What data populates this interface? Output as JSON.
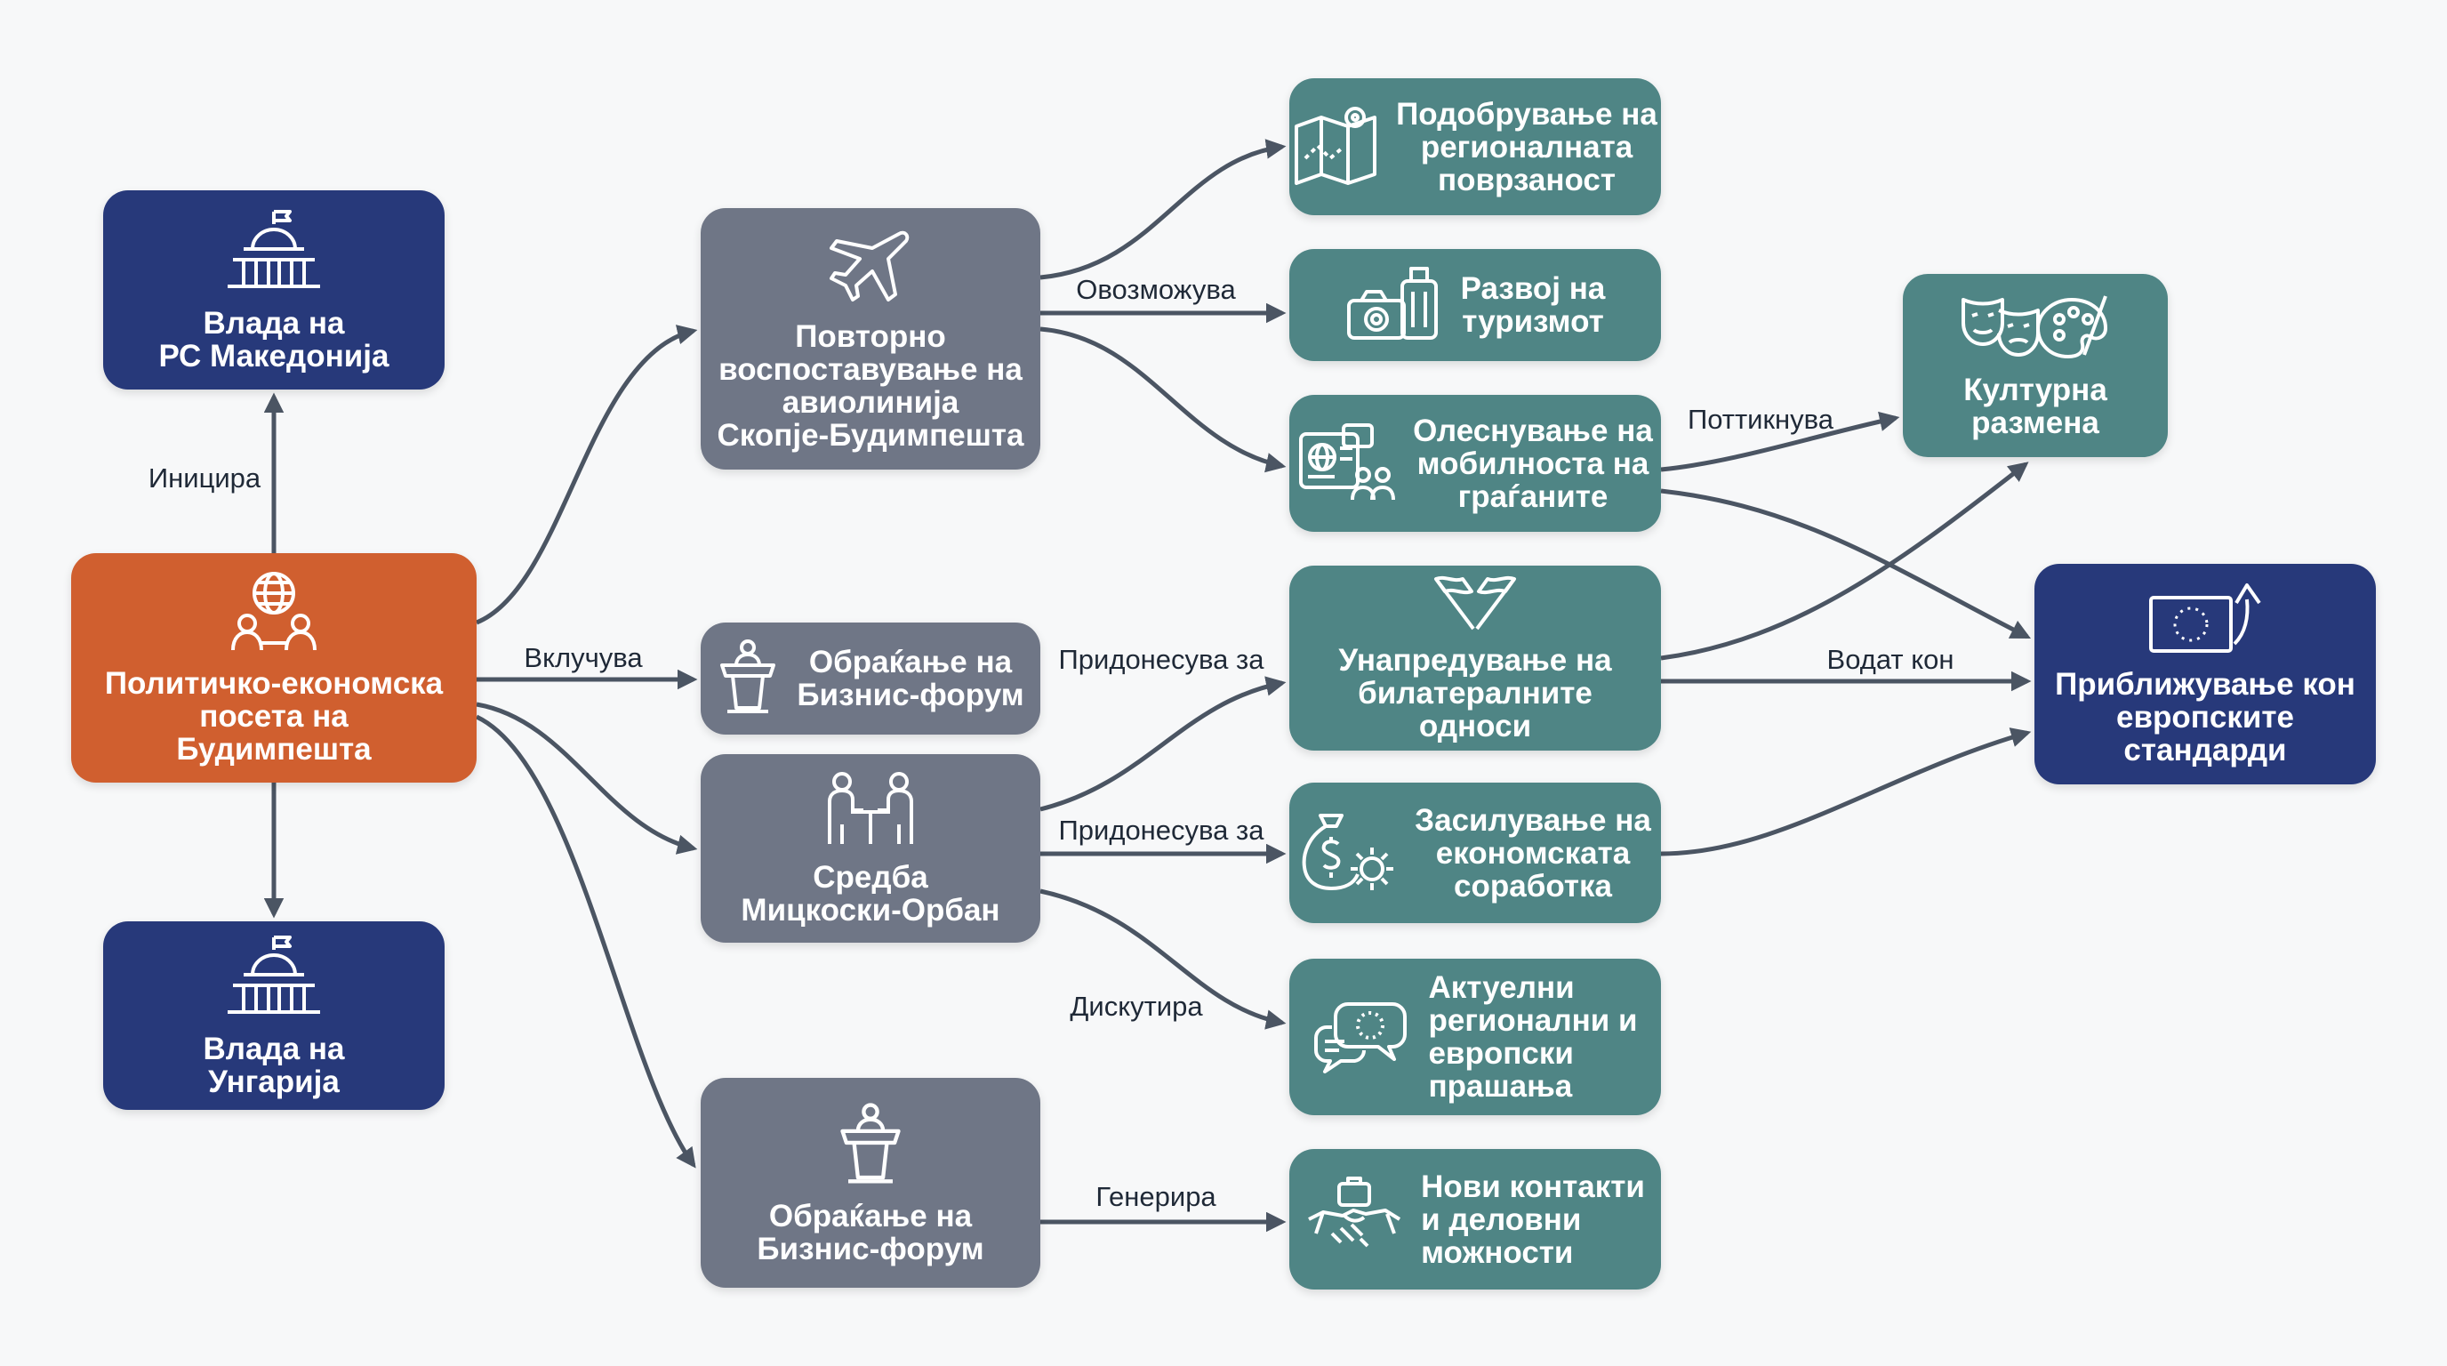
{
  "nodes": {
    "gov_mk": {
      "label": "Влада на\nРС Македонија",
      "icon": "government-building-icon"
    },
    "visit": {
      "label": "Политичко-економска\nпосета на\nБудимпешта",
      "icon": "globe-people-icon"
    },
    "gov_hu": {
      "label": "Влада на\nУнгарија",
      "icon": "government-building-icon"
    },
    "flight": {
      "label": "Повторно\nвоспоставување на\nавиолинија\nСкопје-Будимпешта",
      "icon": "airplane-icon"
    },
    "forum_address": {
      "label": "Обраќање на\nБизнис-форум",
      "icon": "podium-icon"
    },
    "meeting": {
      "label": "Средба\nМицкоски-Орбан",
      "icon": "meeting-table-icon"
    },
    "forum_address2": {
      "label": "Обраќање на\nБизнис-форум",
      "icon": "podium-icon"
    },
    "connectivity": {
      "label": "Подобрување на\nрегионалната\nповрзаност",
      "icon": "map-route-icon"
    },
    "tourism": {
      "label": "Развој на\nтуризмот",
      "icon": "camera-luggage-icon"
    },
    "mobility": {
      "label": "Олеснување на\nмобилноста на\nграѓаните",
      "icon": "passport-people-icon"
    },
    "bilateral": {
      "label": "Унапредување на\nбилатералните\nодноси",
      "icon": "crossed-flags-icon"
    },
    "economic": {
      "label": "Засилување на\nекономската\nсоработка",
      "icon": "money-gear-icon"
    },
    "issues": {
      "label": "Актуелни\nрегионални и\nевропски\nпрашања",
      "icon": "speech-eu-icon"
    },
    "contacts": {
      "label": "Нови контакти\nи деловни\nможности",
      "icon": "handshake-briefcase-icon"
    },
    "culture": {
      "label": "Културна\nразмена",
      "icon": "theater-palette-icon"
    },
    "eu": {
      "label": "Приближување кон\nевропските\nстандарди",
      "icon": "eu-flag-arrow-icon"
    }
  },
  "edge_labels": {
    "initiates": "Иницира",
    "includes": "Вклучува",
    "enables": "Овозможува",
    "contributes1": "Придонесува за",
    "contributes2": "Придонесува за",
    "discusses": "Дискутира",
    "generates": "Генерира",
    "encourages": "Поттикнува",
    "leads_to": "Водат кон"
  },
  "colors": {
    "navy": "#27397a",
    "orange": "#d05f2f",
    "gray": "#6f7686",
    "teal": "#4f8585",
    "arrow": "#4b5563"
  }
}
